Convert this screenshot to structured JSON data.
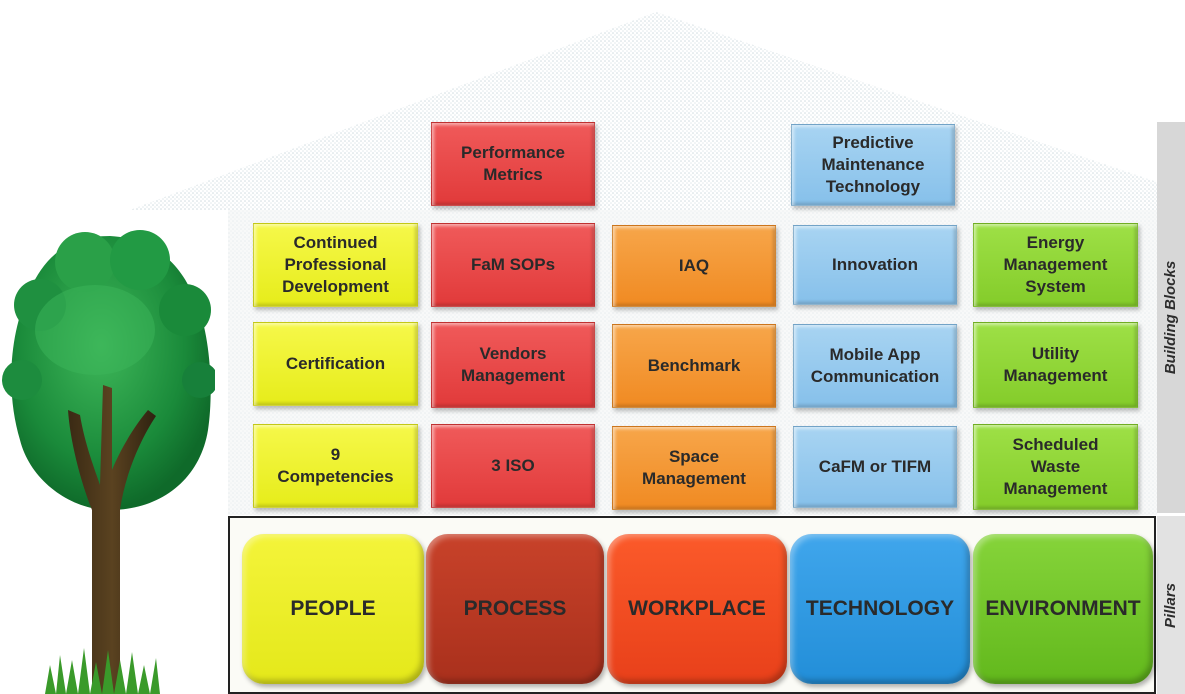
{
  "side_labels": {
    "building_blocks": "Building Blocks",
    "pillars": "Pillars"
  },
  "colors": {
    "yellow": "#e9ee22",
    "red": "#e6403f",
    "orange": "#f39331",
    "blue": "#93c8ee",
    "green": "#88cf30",
    "people": "#eef032",
    "process": "#b93824",
    "workplace": "#f14d23",
    "technology": "#2f9ae2",
    "environment": "#70c428"
  },
  "blocks": {
    "performance_metrics": "Performance\nMetrics",
    "predictive_maintenance": "Predictive\nMaintenance\nTechnology",
    "continued_prof_dev": "Continued\nProfessional\nDevelopment",
    "fam_sops": "FaM SOPs",
    "iaq": "IAQ",
    "innovation": "Innovation",
    "energy_mgmt": "Energy\nManagement\nSystem",
    "certification": "Certification",
    "vendors_mgmt": "Vendors\nManagement",
    "benchmark": "Benchmark",
    "mobile_app": "Mobile App\nCommunication",
    "utility_mgmt": "Utility\nManagement",
    "competencies": "9\nCompetencies",
    "iso": "3 ISO",
    "space_mgmt": "Space\nManagement",
    "cafm": "CaFM or TIFM",
    "waste_mgmt": "Scheduled\nWaste\nManagement"
  },
  "pillars": {
    "people": "PEOPLE",
    "process": "PROCESS",
    "workplace": "WORKPLACE",
    "technology": "TECHNOLOGY",
    "environment": "ENVIRONMENT"
  },
  "icons": {
    "roof": "house-roof-icon",
    "tree": "tree-icon"
  }
}
